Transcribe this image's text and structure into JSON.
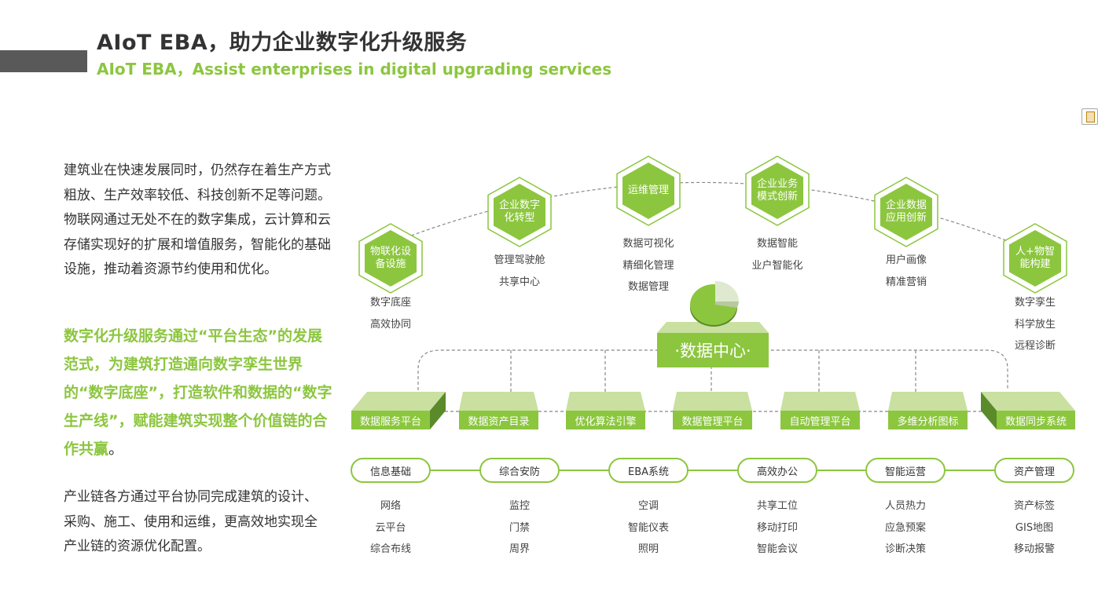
{
  "header": {
    "title": "AIoT EBA，助力企业数字化升级服务",
    "subtitle": "AIoT EBA，Assist enterprises in digital upgrading services"
  },
  "text": {
    "para1": "建筑业在快速发展同时，仍然存在着生产方式粗放、生产效率较低、科技创新不足等问题。物联网通过无处不在的数字集成，云计算和云存储实现好的扩展和增值服务，智能化的基础设施，推动着资源节约使用和优化。",
    "para2_green": "数字化升级服务通过“平台生态”的发展范式，为建筑打造通向数字孪生世界的“数字底座”，打造软件和数据的“数字生产线”，赋能建筑实现整个价值链的合作共赢",
    "para2_end": "。",
    "para3": "产业链各方通过平台协同完成建筑的设计、采购、施工、使用和运维，更高效地实现全产业链的资源优化配置。"
  },
  "hexagons": [
    {
      "label": "物联化设备设施",
      "items": [
        "数字底座",
        "高效协同"
      ]
    },
    {
      "label": "企业数字化转型",
      "items": [
        "管理驾驶舱",
        "共享中心"
      ]
    },
    {
      "label": "运维管理",
      "items": [
        "数据可视化",
        "精细化管理",
        "数据管理"
      ]
    },
    {
      "label": "企业业务模式创新",
      "items": [
        "数据智能",
        "业户智能化"
      ]
    },
    {
      "label": "企业数据应用创新",
      "items": [
        "用户画像",
        "精准营销"
      ]
    },
    {
      "label": "人+物智能构建",
      "items": [
        "数字孪生",
        "科学放生",
        "远程诊断"
      ]
    }
  ],
  "center": {
    "label": "·数据中心·"
  },
  "platforms": [
    "数据服务平台",
    "数据资产目录",
    "优化算法引擎",
    "数据管理平台",
    "自动管理平台",
    "多维分析图标",
    "数据同步系统"
  ],
  "systems": [
    {
      "label": "信息基础",
      "items": [
        "网络",
        "云平台",
        "综合布线"
      ]
    },
    {
      "label": "综合安防",
      "items": [
        "监控",
        "门禁",
        "周界"
      ]
    },
    {
      "label": "EBA系统",
      "items": [
        "空调",
        "智能仪表",
        "照明"
      ]
    },
    {
      "label": "高效办公",
      "items": [
        "共享工位",
        "移动打印",
        "智能会议"
      ]
    },
    {
      "label": "智能运营",
      "items": [
        "人员热力",
        "应急预案",
        "诊断决策"
      ]
    },
    {
      "label": "资产管理",
      "items": [
        "资产标签",
        "GIS地图",
        "移动报警"
      ]
    }
  ],
  "colors": {
    "accent": "#8cc63f",
    "dark_green": "#5a8a2a",
    "light_green": "#c9e0a0",
    "gray": "#595959"
  }
}
